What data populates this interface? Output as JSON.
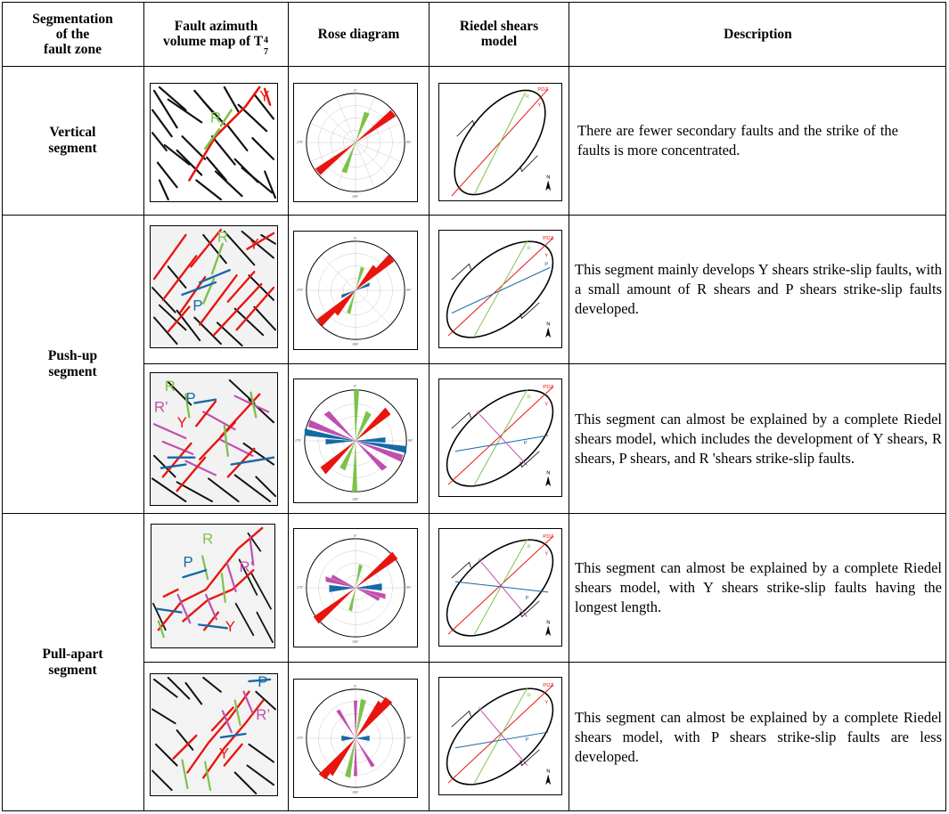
{
  "headers": {
    "segmentation": [
      "Segmentation",
      "of the",
      "fault zone"
    ],
    "fault_map": [
      "Fault azimuth",
      "volume map of T"
    ],
    "fault_map_sub": "7",
    "fault_map_sup": "4",
    "rose": "Rose diagram",
    "riedel": [
      "Riedel shears",
      "model"
    ],
    "description": "Description"
  },
  "segments": {
    "vertical": [
      "Vertical",
      "segment"
    ],
    "pushup": [
      "Push-up",
      "segment"
    ],
    "pullapart": [
      "Pull-apart",
      "segment"
    ]
  },
  "descriptions": [
    "There are fewer secondary faults and the strike of the faults is more concentrated.",
    "This segment mainly develops Y shears strike-slip faults, with a small amount of R shears and P shears strike-slip faults developed.",
    "This segment can almost be explained by a complete Riedel shears model, which includes the development of Y shears, R shears, P shears, and R 'shears strike-slip faults.",
    "This segment can almost be explained by a complete Riedel shears model, with Y shears strike-slip faults having the longest length.",
    "This segment can almost be explained by a complete Riedel shears model, with P shears strike-slip faults are less developed."
  ],
  "map_labels": {
    "r": "R",
    "y": "Y",
    "p": "P",
    "rprime": "R’"
  },
  "rose_labels": {
    "north": "0°",
    "east": "90°",
    "south": "180°",
    "west": "270°"
  },
  "riedel_labels": {
    "pdz": "PDZ",
    "y": "Y",
    "r": "R",
    "p": "P",
    "rprime": "R'",
    "north": "N"
  },
  "colors": {
    "y_shear": "#e8150f",
    "r_shear": "#7cc24a",
    "p_shear": "#1669a6",
    "rprime_shear": "#c04fae",
    "background_faults": "#000000"
  }
}
